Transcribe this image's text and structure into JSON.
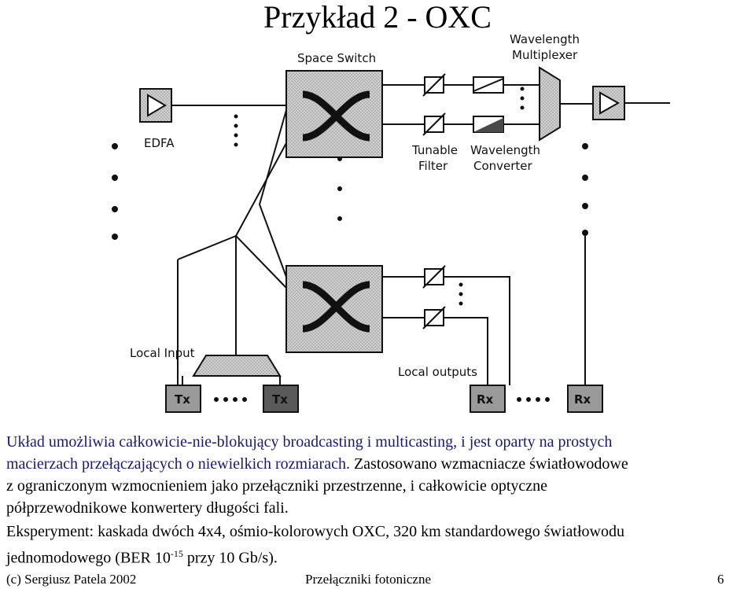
{
  "slide": {
    "title": "Przykład 2 - OXC"
  },
  "diagram": {
    "labels": {
      "space_switch": "Space Switch",
      "wavelength_multiplexer_line1": "Wavelength",
      "wavelength_multiplexer_line2": "Multiplexer",
      "edfa": "EDFA",
      "tunable_filter_line1": "Tunable",
      "tunable_filter_line2": "Filter",
      "wavelength_converter_line1": "Wavelength",
      "wavelength_converter_line2": "Converter",
      "local_input": "Local Input",
      "local_outputs": "Local outputs",
      "tx1": "Tx",
      "tx2": "Tx",
      "rx1": "Rx",
      "rx2": "Rx"
    }
  },
  "body": {
    "p1_line1": "Układ umożliwia całkowicie-nie-blokujący broadcasting i multicasting, i jest oparty na prostych",
    "p1_line2": "macierzach przełączających o niewielkich rozmiarach.",
    "p1_line2b": "Zastosowano wzmacniacze światłowodowe",
    "p1_line3": "z ograniczonym wzmocnieniem jako przełączniki przestrzenne, i całkowicie optyczne",
    "p1_line4": "półprzewodnikowe konwertery długości fali.",
    "p2_line1": "Eksperyment: kaskada dwóch 4x4, ośmio-kolorowych OXC, 320 km  standardowego światłowodu",
    "p2_line2_a": "jednomodowego (BER  10",
    "p2_line2_sup": "-15",
    "p2_line2_b": " przy 10 Gb/s)."
  },
  "footer": {
    "left": "(c) Sergiusz Patela 2002",
    "center": "Przełączniki fotoniczne",
    "page": "6"
  },
  "colors": {
    "box_fill": "#c8c8c8",
    "dark_fill": "#5a5a5a",
    "line": "#111111",
    "blue_text": "#1a1a6e"
  }
}
